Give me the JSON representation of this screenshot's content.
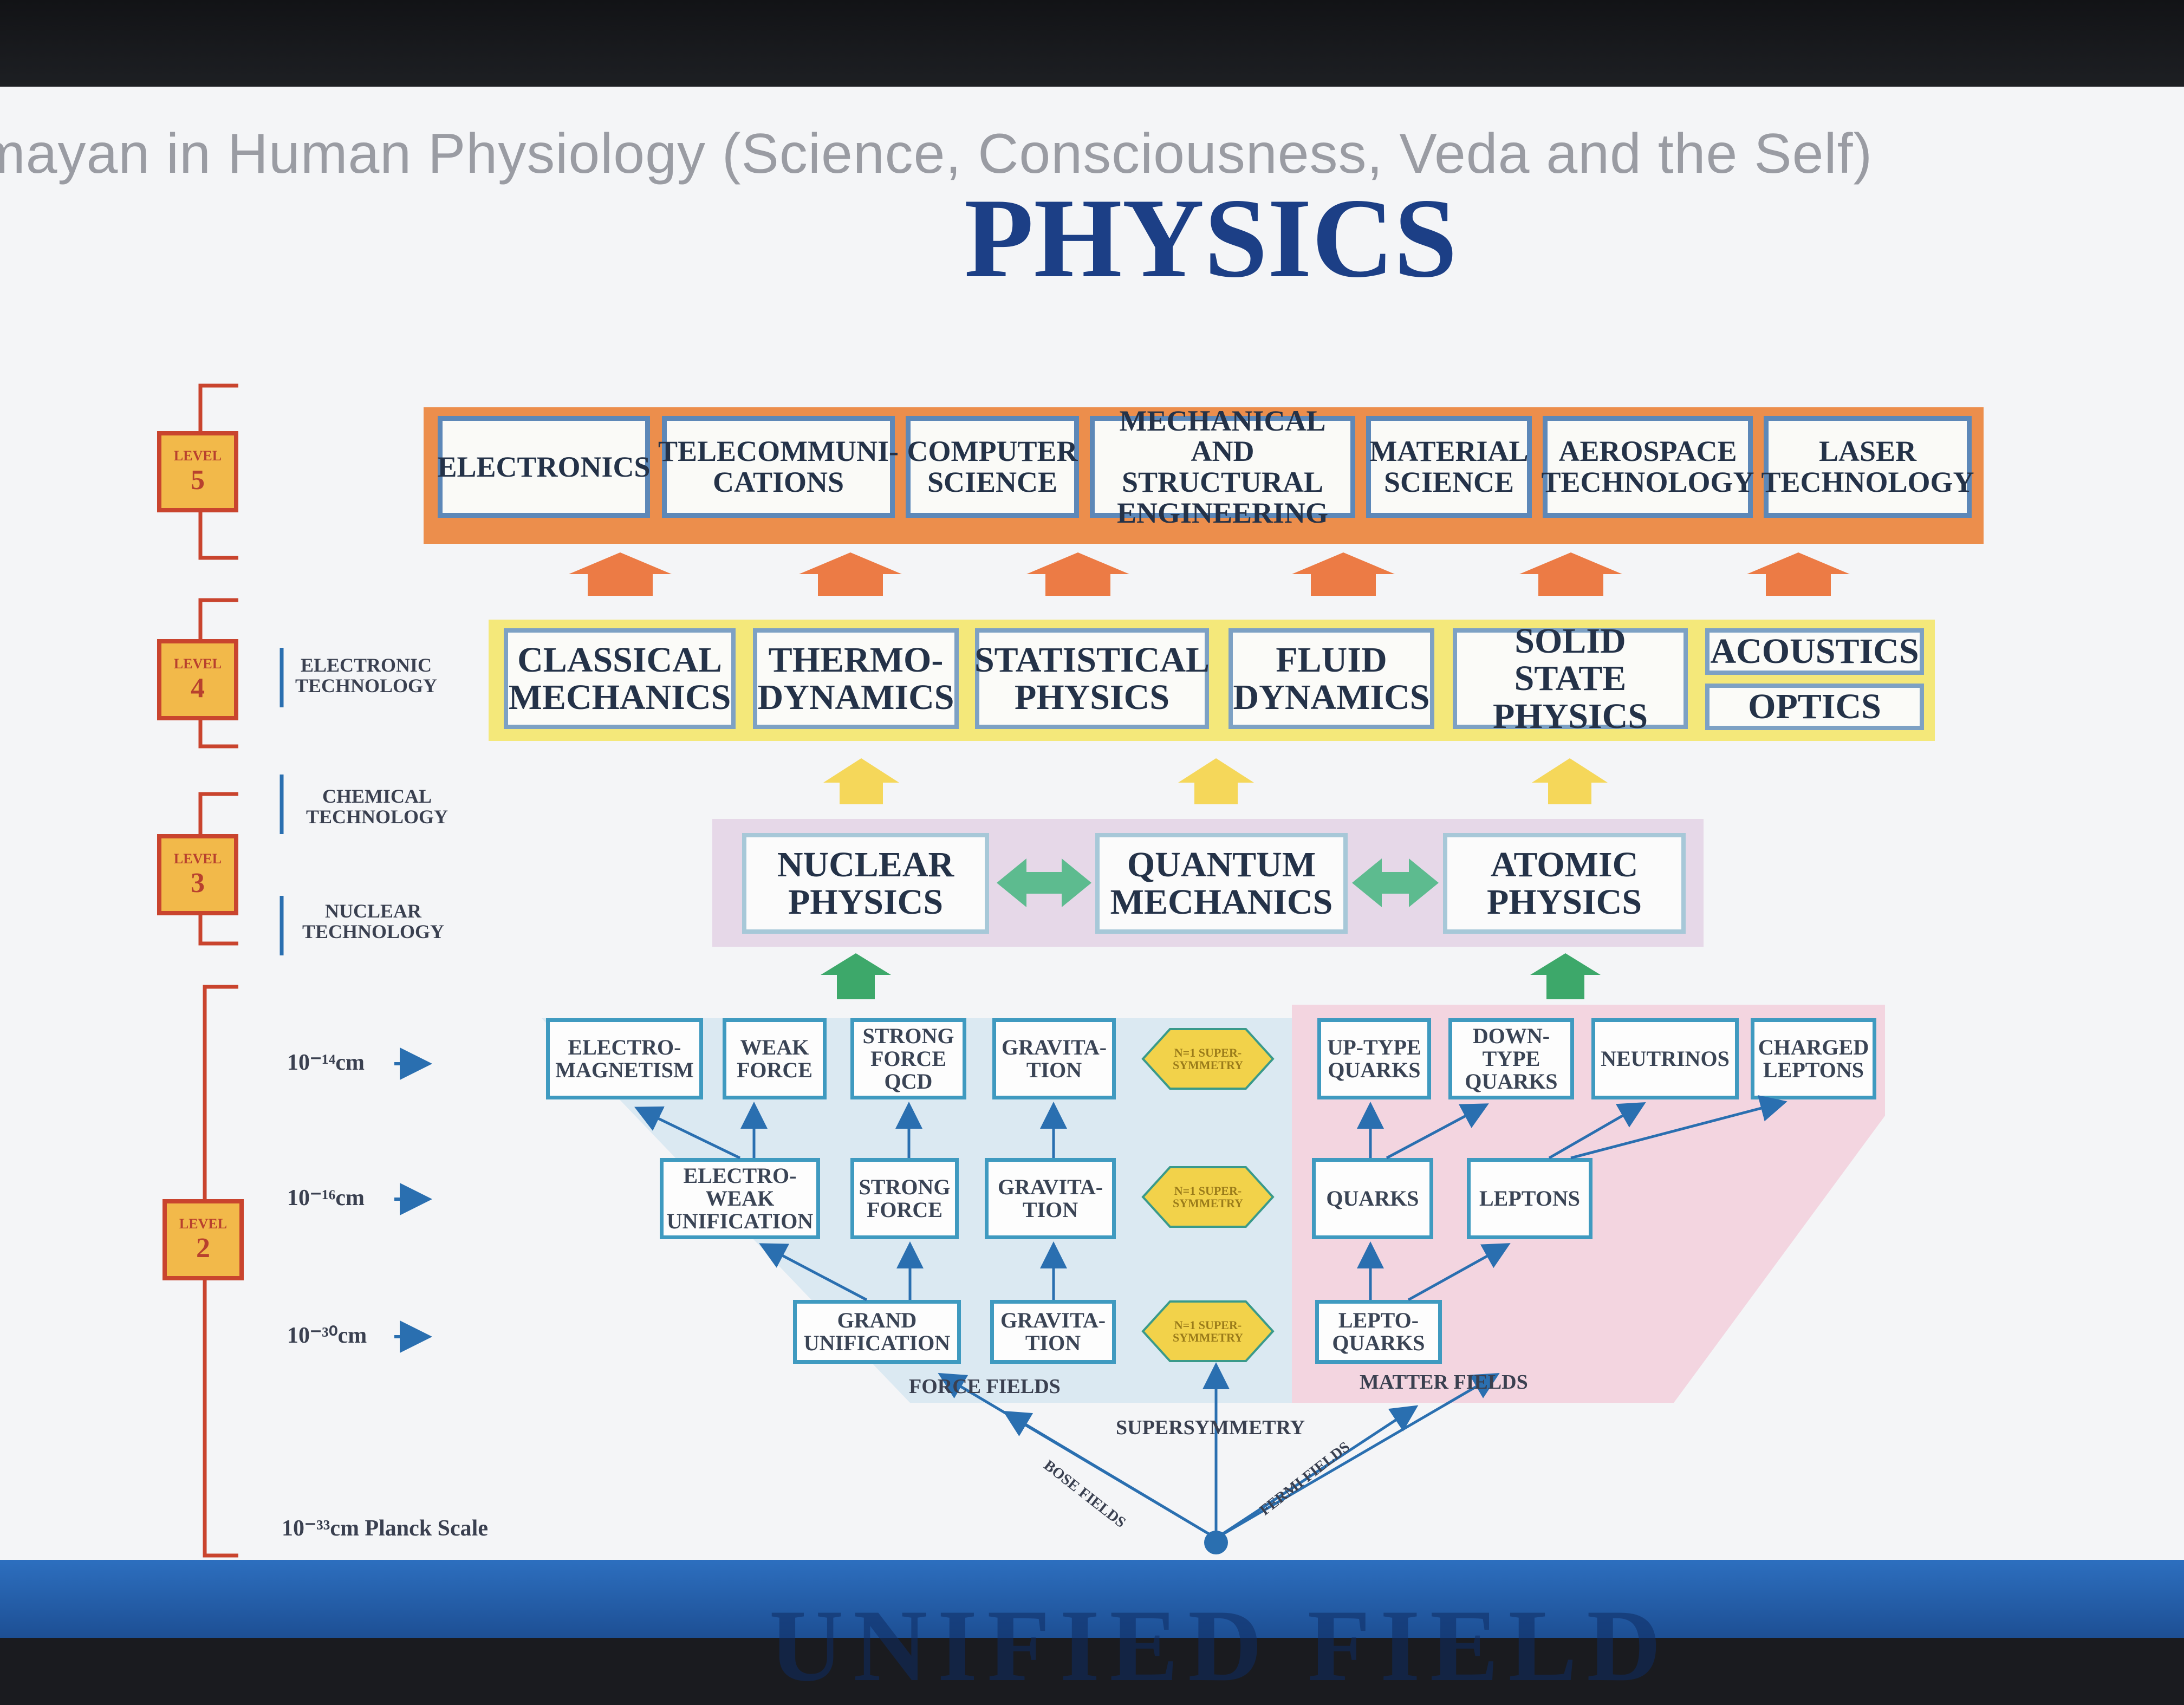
{
  "caption": "mayan in Human Physiology (Science, Consciousness, Veda and the Self)",
  "title": "PHYSICS",
  "bottom_title": "UNIFIED FIELD",
  "colors": {
    "title": "#1c3f86",
    "level5_band": "#ec8e4c",
    "level4_band": "#f4e87a",
    "level3_band": "#e6d8e8",
    "force_zone": "#d6e6f1",
    "matter_zone": "#f2cfdc",
    "badge": "#f2b94a",
    "badge_border": "#c9442e"
  },
  "levels": [
    {
      "word": "LEVEL",
      "number": "5"
    },
    {
      "word": "LEVEL",
      "number": "4"
    },
    {
      "word": "LEVEL",
      "number": "3"
    },
    {
      "word": "LEVEL",
      "number": "2"
    }
  ],
  "side_labels": {
    "electronic": "ELECTRONIC\nTECHNOLOGY",
    "chemical": "CHEMICAL\nTECHNOLOGY",
    "nuclear": "NUCLEAR\nTECHNOLOGY"
  },
  "scales": {
    "s14": "10⁻¹⁴cm",
    "s16": "10⁻¹⁶cm",
    "s30": "10⁻³⁰cm",
    "planck": "10⁻³³cm  Planck Scale"
  },
  "level5": [
    "ELECTRONICS",
    "TELECOMMUNI-\nCATIONS",
    "COMPUTER\nSCIENCE",
    "MECHANICAL AND\nSTRUCTURAL\nENGINEERING",
    "MATERIAL\nSCIENCE",
    "AEROSPACE\nTECHNOLOGY",
    "LASER\nTECHNOLOGY"
  ],
  "level4": [
    "CLASSICAL\nMECHANICS",
    "THERMO-\nDYNAMICS",
    "STATISTICAL\nPHYSICS",
    "FLUID\nDYNAMICS",
    "SOLID STATE\nPHYSICS",
    "ACOUSTICS",
    "OPTICS"
  ],
  "level3": [
    "NUCLEAR\nPHYSICS",
    "QUANTUM\nMECHANICS",
    "ATOMIC\nPHYSICS"
  ],
  "row14": [
    "ELECTRO-\nMAGNETISM",
    "WEAK\nFORCE",
    "STRONG\nFORCE\nQCD",
    "GRAVITA-\nTION",
    "N=1 SUPER-\nSYMMETRY",
    "UP-TYPE\nQUARKS",
    "DOWN-\nTYPE\nQUARKS",
    "NEUTRINOS",
    "CHARGED\nLEPTONS"
  ],
  "row16": [
    "ELECTRO-\nWEAK\nUNIFICATION",
    "STRONG\nFORCE",
    "GRAVITA-\nTION",
    "N=1 SUPER-\nSYMMETRY",
    "QUARKS",
    "LEPTONS"
  ],
  "row30": [
    "GRAND\nUNIFICATION",
    "GRAVITA-\nTION",
    "N=1 SUPER-\nSYMMETRY",
    "LEPTO-\nQUARKS"
  ],
  "zones": {
    "force": "FORCE FIELDS",
    "matter": "MATTER FIELDS",
    "supersymmetry": "SUPERSYMMETRY",
    "bose": "BOSE FIELDS",
    "fermi": "FERMI FIELDS"
  }
}
